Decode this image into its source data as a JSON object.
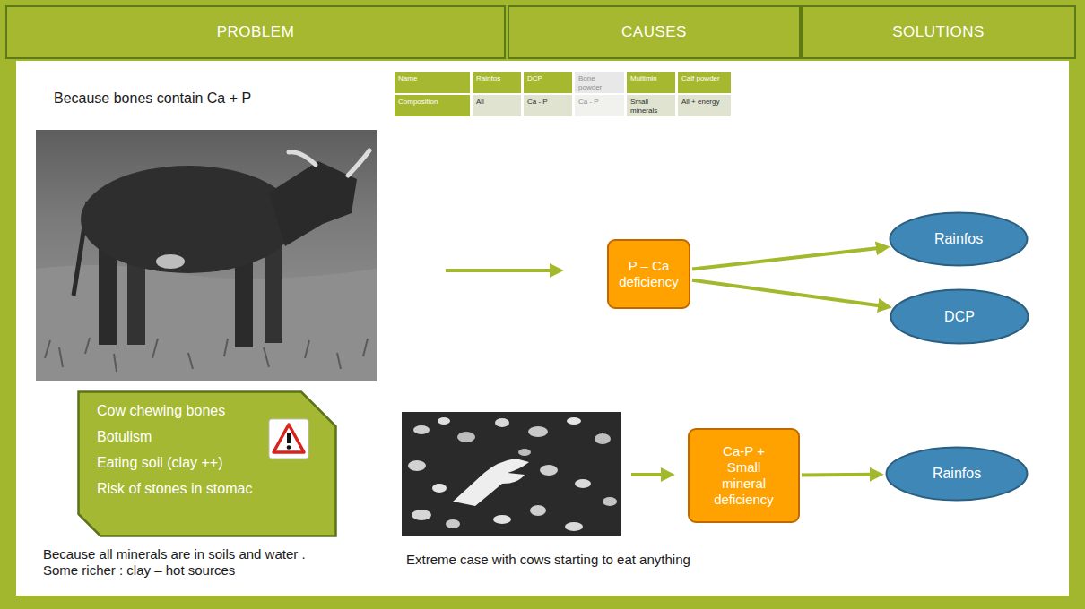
{
  "diagram": {
    "nodes": [
      {
        "text": [
          "PROBLEM"
        ]
      },
      {
        "text": [
          "CAUSES"
        ]
      },
      {
        "text": [
          "SOLUTIONS"
        ]
      },
      {
        "text": [
          "P – Ca deficiency"
        ]
      },
      {
        "text": [
          "Rainfos"
        ]
      },
      {
        "text": [
          "DCP"
        ]
      },
      {
        "text": [
          "Cow chewing bones",
          "Botulism",
          "Eating soil (clay ++)",
          "Risk of stones in stomac"
        ]
      },
      {
        "text": [
          "Ca-P + Small mineral deficiency"
        ]
      },
      {
        "text": [
          "Rainfos"
        ]
      }
    ],
    "edges": [
      {
        "from": 3,
        "to": 4,
        "arrow": "to"
      },
      {
        "from": 3,
        "to": 5,
        "arrow": "to"
      },
      {
        "from": 7,
        "to": 8,
        "arrow": "to"
      }
    ],
    "labels": [
      "Because bones contain Ca + P",
      "Name",
      "Rainfos",
      "DCP",
      "Bone powder",
      "Multimin",
      "Calf powder",
      "Composition",
      "All",
      "Ca - P",
      "Ca - P",
      "Small minerals",
      "All + energy",
      "Because all minerals are in soils and water . Some richer : clay – hot sources",
      "Extreme case with cows starting to eat anything"
    ]
  }
}
